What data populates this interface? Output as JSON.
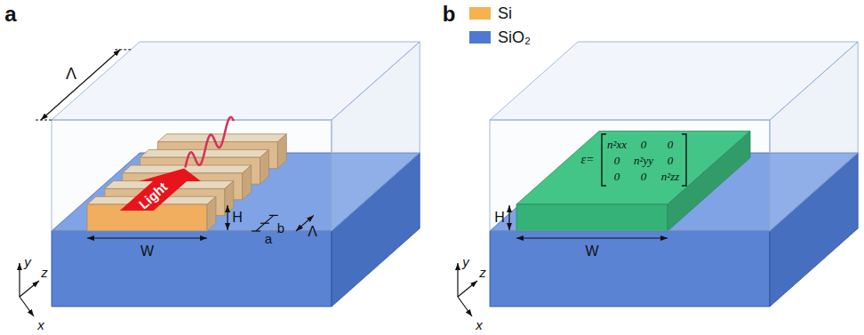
{
  "diagram": {
    "labels": [
      "a",
      "Λ",
      "Light",
      "a",
      "b",
      "Λ",
      "W",
      "H",
      "y",
      "z",
      "x",
      "b",
      "ε=",
      "n²xx",
      "0",
      "0",
      "0",
      "n²yy",
      "0",
      "0",
      "0",
      "n²zz",
      "W",
      "H",
      "y",
      "z",
      "x"
    ],
    "legend": [
      {
        "text": "Si",
        "color": "#f6b24f"
      },
      {
        "text": "SiO₂",
        "color": "#4d79d3"
      }
    ]
  }
}
